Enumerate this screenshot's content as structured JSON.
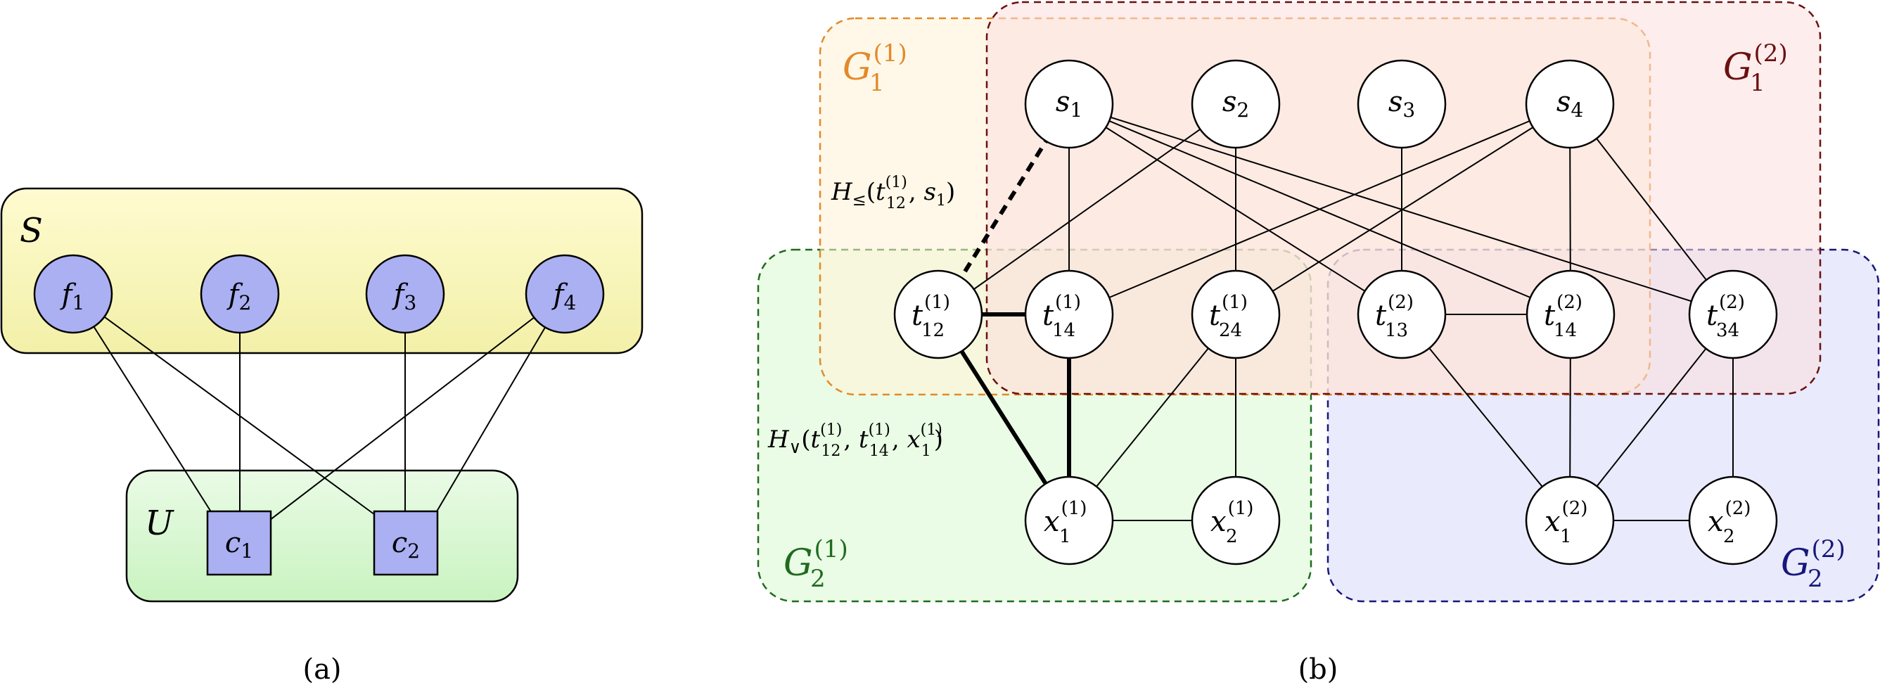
{
  "panel_a": {
    "caption": "(a)",
    "set_S_label": "S",
    "set_U_label": "U",
    "f_nodes": [
      {
        "name": "f",
        "sub": "1"
      },
      {
        "name": "f",
        "sub": "2"
      },
      {
        "name": "f",
        "sub": "3"
      },
      {
        "name": "f",
        "sub": "4"
      }
    ],
    "c_nodes": [
      {
        "name": "c",
        "sub": "1"
      },
      {
        "name": "c",
        "sub": "2"
      }
    ],
    "colors": {
      "S_fill_top": "#fffbd0",
      "S_fill_bottom": "#f2f0a8",
      "U_fill_top": "#eafbe6",
      "U_fill_bottom": "#c9f3c0",
      "node_fill": "#aab0f2",
      "node_stroke": "#000000"
    }
  },
  "panel_b": {
    "caption": "(b)",
    "groups": {
      "G1_1": {
        "base": "G",
        "sub": "1",
        "sup": "(1)",
        "color": "#e3892a",
        "fill": "#fff3d6"
      },
      "G1_2": {
        "base": "G",
        "sub": "1",
        "sup": "(2)",
        "color": "#6b1010",
        "fill": "#fbdede"
      },
      "G2_1": {
        "base": "G",
        "sub": "2",
        "sup": "(1)",
        "color": "#1f6b1f",
        "fill": "#e6fbe0"
      },
      "G2_2": {
        "base": "G",
        "sub": "2",
        "sup": "(2)",
        "color": "#17177a",
        "fill": "#e5e6fb"
      }
    },
    "s_nodes": [
      {
        "name": "s",
        "sub": "1"
      },
      {
        "name": "s",
        "sub": "2"
      },
      {
        "name": "s",
        "sub": "3"
      },
      {
        "name": "s",
        "sub": "4"
      }
    ],
    "t_nodes": [
      {
        "name": "t",
        "sub": "12",
        "sup": "(1)"
      },
      {
        "name": "t",
        "sub": "14",
        "sup": "(1)"
      },
      {
        "name": "t",
        "sub": "24",
        "sup": "(1)"
      },
      {
        "name": "t",
        "sub": "13",
        "sup": "(2)"
      },
      {
        "name": "t",
        "sub": "14",
        "sup": "(2)"
      },
      {
        "name": "t",
        "sub": "34",
        "sup": "(2)"
      }
    ],
    "x_nodes": [
      {
        "name": "x",
        "sub": "1",
        "sup": "(1)"
      },
      {
        "name": "x",
        "sub": "2",
        "sup": "(1)"
      },
      {
        "name": "x",
        "sub": "1",
        "sup": "(2)"
      },
      {
        "name": "x",
        "sub": "2",
        "sup": "(2)"
      }
    ],
    "annotation_leq": {
      "H": "H",
      "rel": "≤",
      "open": "(",
      "t": "t",
      "t_sub": "12",
      "t_sup": "(1)",
      "comma": ", ",
      "s": "s",
      "s_sub": "1",
      "close": ")"
    },
    "annotation_or": {
      "H": "H",
      "rel": "∨",
      "open": "(",
      "a": "t",
      "a_sub": "12",
      "a_sup": "(1)",
      "b": "t",
      "b_sub": "14",
      "b_sup": "(1)",
      "c": "x",
      "c_sub": "1",
      "c_sup": "(1)",
      "comma": ", ",
      "close": ")"
    }
  }
}
